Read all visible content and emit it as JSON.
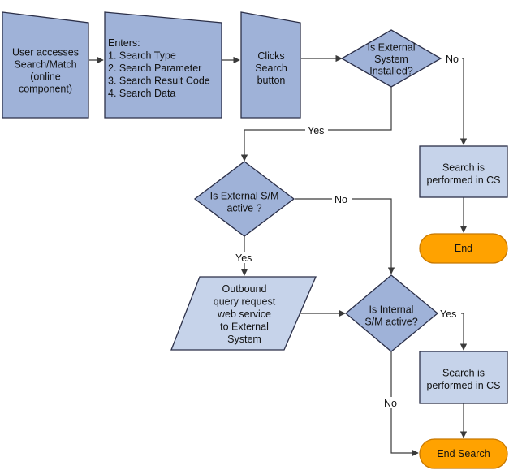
{
  "colors": {
    "dark_fill": "#9fb2d8",
    "light_fill": "#c6d3ea",
    "outline": "#2b2f48",
    "terminal_fill": "#ffa200",
    "terminal_outline": "#c87800",
    "line": "#3a3a3a"
  },
  "nodes": {
    "user_access": {
      "lines": [
        "User accesses",
        "Search/Match",
        "(online",
        "component)"
      ]
    },
    "enters": {
      "lines": [
        "Enters:",
        "1. Search Type",
        "2. Search Parameter",
        "3. Search Result Code",
        "4. Search Data"
      ]
    },
    "clicks_search": {
      "lines": [
        "Clicks",
        "Search",
        "button"
      ]
    },
    "ext_installed": {
      "lines": [
        "Is External",
        "System",
        "Installed?"
      ]
    },
    "search_cs_top": {
      "lines": [
        "Search is",
        "performed in CS"
      ]
    },
    "end_top": {
      "label": "End"
    },
    "ext_sm_active": {
      "lines": [
        "Is External S/M",
        "active ?"
      ]
    },
    "outbound": {
      "lines": [
        "Outbound",
        "query request",
        "web service",
        "to External",
        "System"
      ]
    },
    "int_sm_active": {
      "lines": [
        "Is Internal",
        "S/M active?"
      ]
    },
    "search_cs_bottom": {
      "lines": [
        "Search is",
        "performed in CS"
      ]
    },
    "end_search": {
      "label": "End Search"
    }
  },
  "edge_labels": {
    "ext_installed_no": "No",
    "ext_installed_yes": "Yes",
    "ext_sm_no": "No",
    "ext_sm_yes": "Yes",
    "int_sm_yes": "Yes",
    "int_sm_no": "No"
  }
}
